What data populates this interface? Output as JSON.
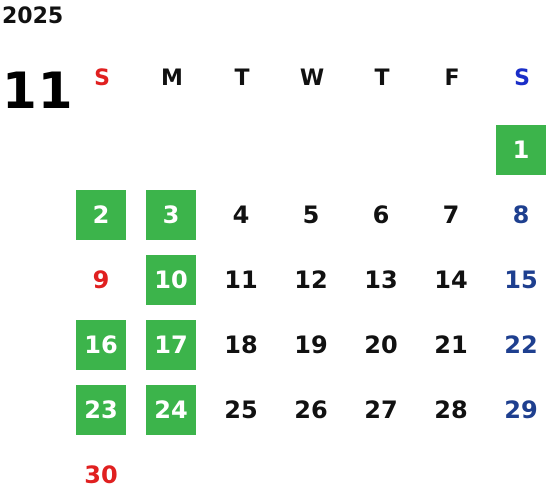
{
  "calendar": {
    "year": "2025",
    "month": "11",
    "weekdays": [
      "S",
      "M",
      "T",
      "W",
      "T",
      "F",
      "S"
    ],
    "first_weekday_index": 6,
    "days": [
      "1",
      "2",
      "3",
      "4",
      "5",
      "6",
      "7",
      "8",
      "9",
      "10",
      "11",
      "12",
      "13",
      "14",
      "15",
      "16",
      "17",
      "18",
      "19",
      "20",
      "21",
      "22",
      "23",
      "24",
      "25",
      "26",
      "27",
      "28",
      "29",
      "30"
    ],
    "highlighted_days": [
      "1",
      "2",
      "3",
      "10",
      "16",
      "17",
      "23",
      "24"
    ],
    "colors": {
      "highlight_bg": "#3cb44b",
      "highlight_text": "#ffffff",
      "sunday_text": "#e02020",
      "saturday_text": "#1e3f8f",
      "saturday_header_text": "#1a2ec8",
      "weekday_text": "#111111"
    }
  }
}
